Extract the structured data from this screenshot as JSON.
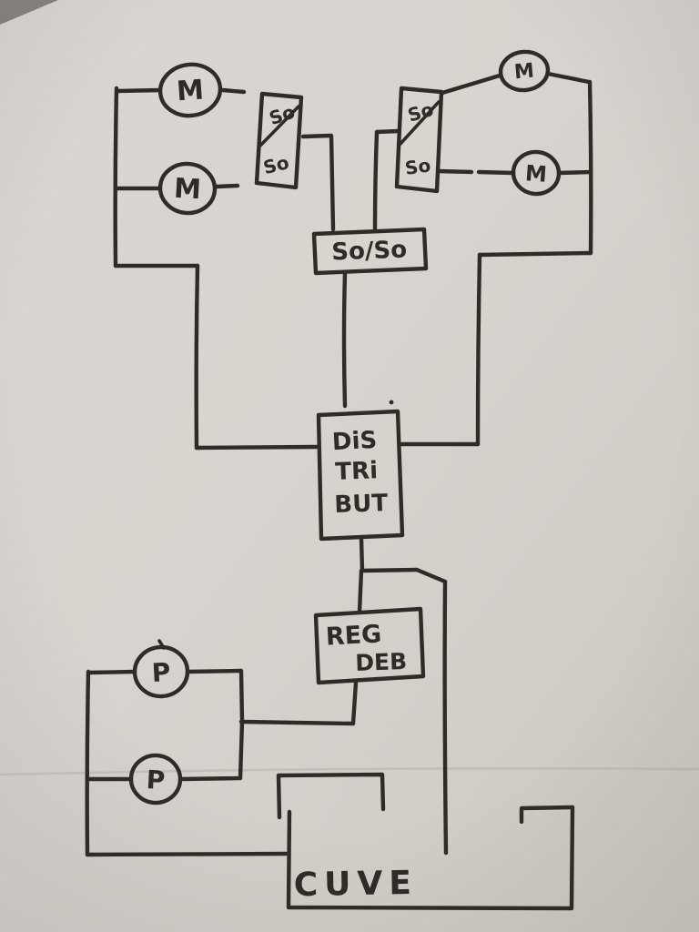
{
  "diagram": {
    "kind": "hand-drawn hydraulic schematic on paper",
    "ink_color": "#2f2b27",
    "paper_color": "#d8d4cf",
    "motors": {
      "top_left": "M",
      "bottom_left": "M",
      "top_right": "M",
      "bottom_right": "M"
    },
    "valves": {
      "left_top": "So",
      "left_bottom": "So",
      "right_top": "So",
      "right_bottom": "So",
      "center": "So/So"
    },
    "distributor": {
      "line1": "DiS",
      "line2": "TRi",
      "line3": "BUT"
    },
    "flow_regulator": {
      "line1": "REG",
      "line2": "DEB"
    },
    "pumps": {
      "top": "P",
      "bottom": "P"
    },
    "tank": {
      "label": "CUVE"
    }
  }
}
